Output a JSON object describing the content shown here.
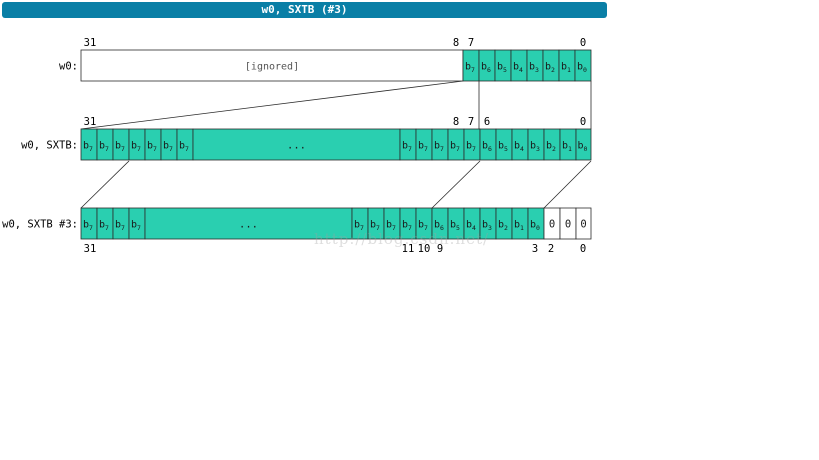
{
  "title": "w0, SXTB (#3)",
  "colors": {
    "title_bg": "#0a7fa6",
    "cell_fill": "#2acfb0",
    "cell_stroke": "#2b2b2b",
    "label_text": "#000000",
    "ignored_text": "#555555"
  },
  "watermark": "http://blog.csdn.net/",
  "rows": [
    {
      "label": "w0:",
      "top_bits": [
        "31",
        "8",
        "7",
        "0"
      ],
      "bottom_bits": [],
      "segments": [
        {
          "kind": "ignored",
          "text": "[ignored]"
        },
        {
          "kind": "bit",
          "base": "b",
          "sub": "7"
        },
        {
          "kind": "bit",
          "base": "b",
          "sub": "6"
        },
        {
          "kind": "bit",
          "base": "b",
          "sub": "5"
        },
        {
          "kind": "bit",
          "base": "b",
          "sub": "4"
        },
        {
          "kind": "bit",
          "base": "b",
          "sub": "3"
        },
        {
          "kind": "bit",
          "base": "b",
          "sub": "2"
        },
        {
          "kind": "bit",
          "base": "b",
          "sub": "1"
        },
        {
          "kind": "bit",
          "base": "b",
          "sub": "0"
        }
      ]
    },
    {
      "label": "w0, SXTB:",
      "top_bits": [
        "31",
        "8",
        "7",
        "6",
        "0"
      ],
      "bottom_bits": [],
      "segments": [
        {
          "kind": "bit",
          "base": "b",
          "sub": "7"
        },
        {
          "kind": "bit",
          "base": "b",
          "sub": "7"
        },
        {
          "kind": "bit",
          "base": "b",
          "sub": "7"
        },
        {
          "kind": "bit",
          "base": "b",
          "sub": "7"
        },
        {
          "kind": "bit",
          "base": "b",
          "sub": "7"
        },
        {
          "kind": "bit",
          "base": "b",
          "sub": "7"
        },
        {
          "kind": "bit",
          "base": "b",
          "sub": "7"
        },
        {
          "kind": "dots",
          "text": "..."
        },
        {
          "kind": "bit",
          "base": "b",
          "sub": "7"
        },
        {
          "kind": "bit",
          "base": "b",
          "sub": "7"
        },
        {
          "kind": "bit",
          "base": "b",
          "sub": "7"
        },
        {
          "kind": "bit",
          "base": "b",
          "sub": "7"
        },
        {
          "kind": "bit",
          "base": "b",
          "sub": "7"
        },
        {
          "kind": "bit",
          "base": "b",
          "sub": "6"
        },
        {
          "kind": "bit",
          "base": "b",
          "sub": "5"
        },
        {
          "kind": "bit",
          "base": "b",
          "sub": "4"
        },
        {
          "kind": "bit",
          "base": "b",
          "sub": "3"
        },
        {
          "kind": "bit",
          "base": "b",
          "sub": "2"
        },
        {
          "kind": "bit",
          "base": "b",
          "sub": "1"
        },
        {
          "kind": "bit",
          "base": "b",
          "sub": "0"
        }
      ]
    },
    {
      "label": "w0, SXTB #3:",
      "top_bits": [],
      "bottom_bits": [
        "31",
        "11",
        "10",
        "9",
        "3",
        "2",
        "0"
      ],
      "segments": [
        {
          "kind": "bit",
          "base": "b",
          "sub": "7"
        },
        {
          "kind": "bit",
          "base": "b",
          "sub": "7"
        },
        {
          "kind": "bit",
          "base": "b",
          "sub": "7"
        },
        {
          "kind": "bit",
          "base": "b",
          "sub": "7"
        },
        {
          "kind": "dots",
          "text": "..."
        },
        {
          "kind": "bit",
          "base": "b",
          "sub": "7"
        },
        {
          "kind": "bit",
          "base": "b",
          "sub": "7"
        },
        {
          "kind": "bit",
          "base": "b",
          "sub": "7"
        },
        {
          "kind": "bit",
          "base": "b",
          "sub": "7"
        },
        {
          "kind": "bit",
          "base": "b",
          "sub": "7"
        },
        {
          "kind": "bit",
          "base": "b",
          "sub": "6"
        },
        {
          "kind": "bit",
          "base": "b",
          "sub": "5"
        },
        {
          "kind": "bit",
          "base": "b",
          "sub": "4"
        },
        {
          "kind": "bit",
          "base": "b",
          "sub": "3"
        },
        {
          "kind": "bit",
          "base": "b",
          "sub": "2"
        },
        {
          "kind": "bit",
          "base": "b",
          "sub": "1"
        },
        {
          "kind": "bit",
          "base": "b",
          "sub": "0"
        },
        {
          "kind": "zero",
          "text": "0"
        },
        {
          "kind": "zero",
          "text": "0"
        },
        {
          "kind": "zero",
          "text": "0"
        }
      ]
    }
  ]
}
